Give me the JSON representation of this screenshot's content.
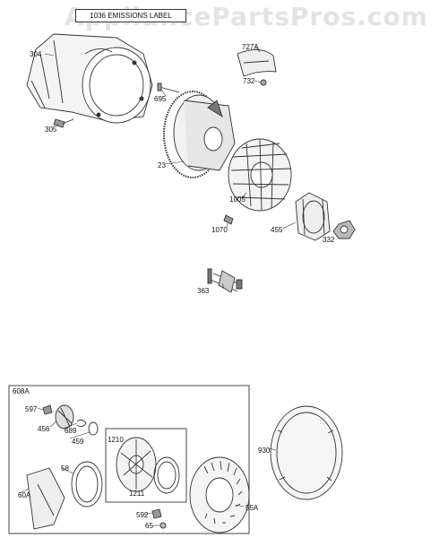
{
  "watermark": "AppliancePartsPros.com",
  "emissions_label": "1036 EMISSIONS LABEL",
  "parts": {
    "p304": "304",
    "p305": "305",
    "p695": "695",
    "p23": "23",
    "p727a": "727A",
    "p732": "732",
    "p1005": "1005",
    "p1070": "1070",
    "p455": "455",
    "p332": "332",
    "p363": "363",
    "p608a": "608A",
    "p597": "597",
    "p456": "456",
    "p689": "689",
    "p459": "459",
    "p58": "58",
    "p60a": "60A",
    "p1210": "1210",
    "p1211": "1211",
    "p592": "592",
    "p65": "65",
    "p55a": "55A",
    "p930": "930"
  },
  "colors": {
    "line": "#333333",
    "shade": "#8a8a8a",
    "light": "#cfcfcf"
  }
}
